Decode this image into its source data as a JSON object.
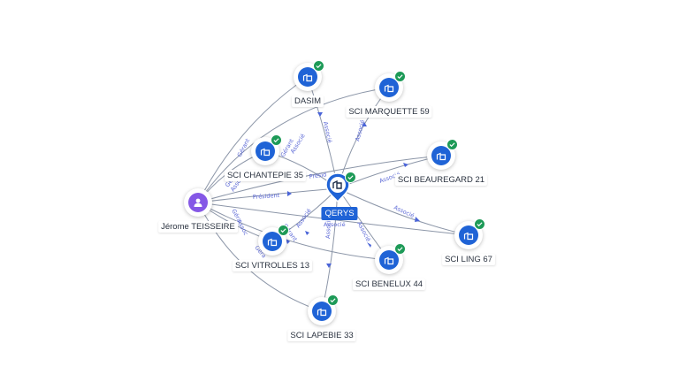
{
  "nodes": {
    "center": {
      "label": "QERYS",
      "icon": "building-icon"
    },
    "person": {
      "label": "Jérome TEISSEIRE",
      "icon": "user-icon"
    },
    "dasim": {
      "label": "DASIM"
    },
    "marquette": {
      "label": "SCI MARQUETTE 59"
    },
    "chantepie": {
      "label": "SCI CHANTEPIE 35"
    },
    "beauregard": {
      "label": "SCI BEAUREGARD 21"
    },
    "ling": {
      "label": "SCI LING 67"
    },
    "benelux": {
      "label": "SCI BENELUX 44"
    },
    "vitrolles": {
      "label": "SCI VITROLLES 13"
    },
    "lapebie": {
      "label": "SCI LAPEBIE 33"
    }
  },
  "edge_labels": {
    "associe": "Associé",
    "president": "Président",
    "gerant": "Gérant",
    "president_trunc": "Présid",
    "gerant_trunc": "Géra",
    "associe_trunc": "Assoc"
  },
  "colors": {
    "company": "#1f63d6",
    "person": "#8558e6",
    "verified": "#1d9a57",
    "edge": "#8c96a8",
    "edge_label": "#5b68d6"
  }
}
